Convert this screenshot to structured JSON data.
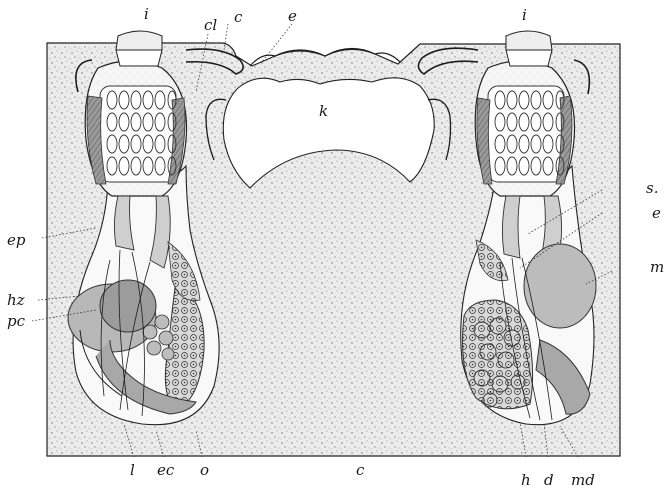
{
  "labels": {
    "i_left": "i",
    "cl": "cl",
    "c_top": "c",
    "e_top": "e",
    "i_right": "i",
    "k": "k",
    "s": "s.",
    "e_right": "e",
    "m": "m",
    "ep": "ep",
    "hz": "hz",
    "pc": "pc",
    "l": "l",
    "ec": "ec",
    "o": "o",
    "c_bottom": "c",
    "h": "h",
    "d": "d",
    "md": "md"
  }
}
